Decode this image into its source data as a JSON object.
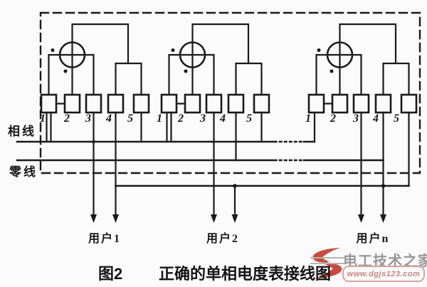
{
  "diagram": {
    "left_labels": {
      "phase": "相线",
      "neutral": "零线"
    },
    "meters": [
      {
        "name": "meter-1",
        "terminals": [
          "1",
          "2",
          "3",
          "4",
          "5"
        ]
      },
      {
        "name": "meter-2",
        "terminals": [
          "1",
          "2",
          "3",
          "4",
          "5"
        ]
      },
      {
        "name": "meter-3",
        "terminals": [
          "1",
          "2",
          "3",
          "4",
          "5"
        ]
      }
    ],
    "users": [
      {
        "label": "用户1"
      },
      {
        "label": "用户2"
      },
      {
        "label": "用户n"
      }
    ]
  },
  "caption": {
    "figure_no": "图2",
    "title": "正确的单相电度表接线图"
  },
  "watermark": {
    "site_name": "电工技术之家",
    "site_url": "www.dgjs123.com"
  },
  "colors": {
    "line": "#1a1a1a",
    "background": "#fbfbfb",
    "watermark_red": "#c84b3f",
    "watermark_gray": "#979797",
    "watermark_pink": "#c98383"
  }
}
